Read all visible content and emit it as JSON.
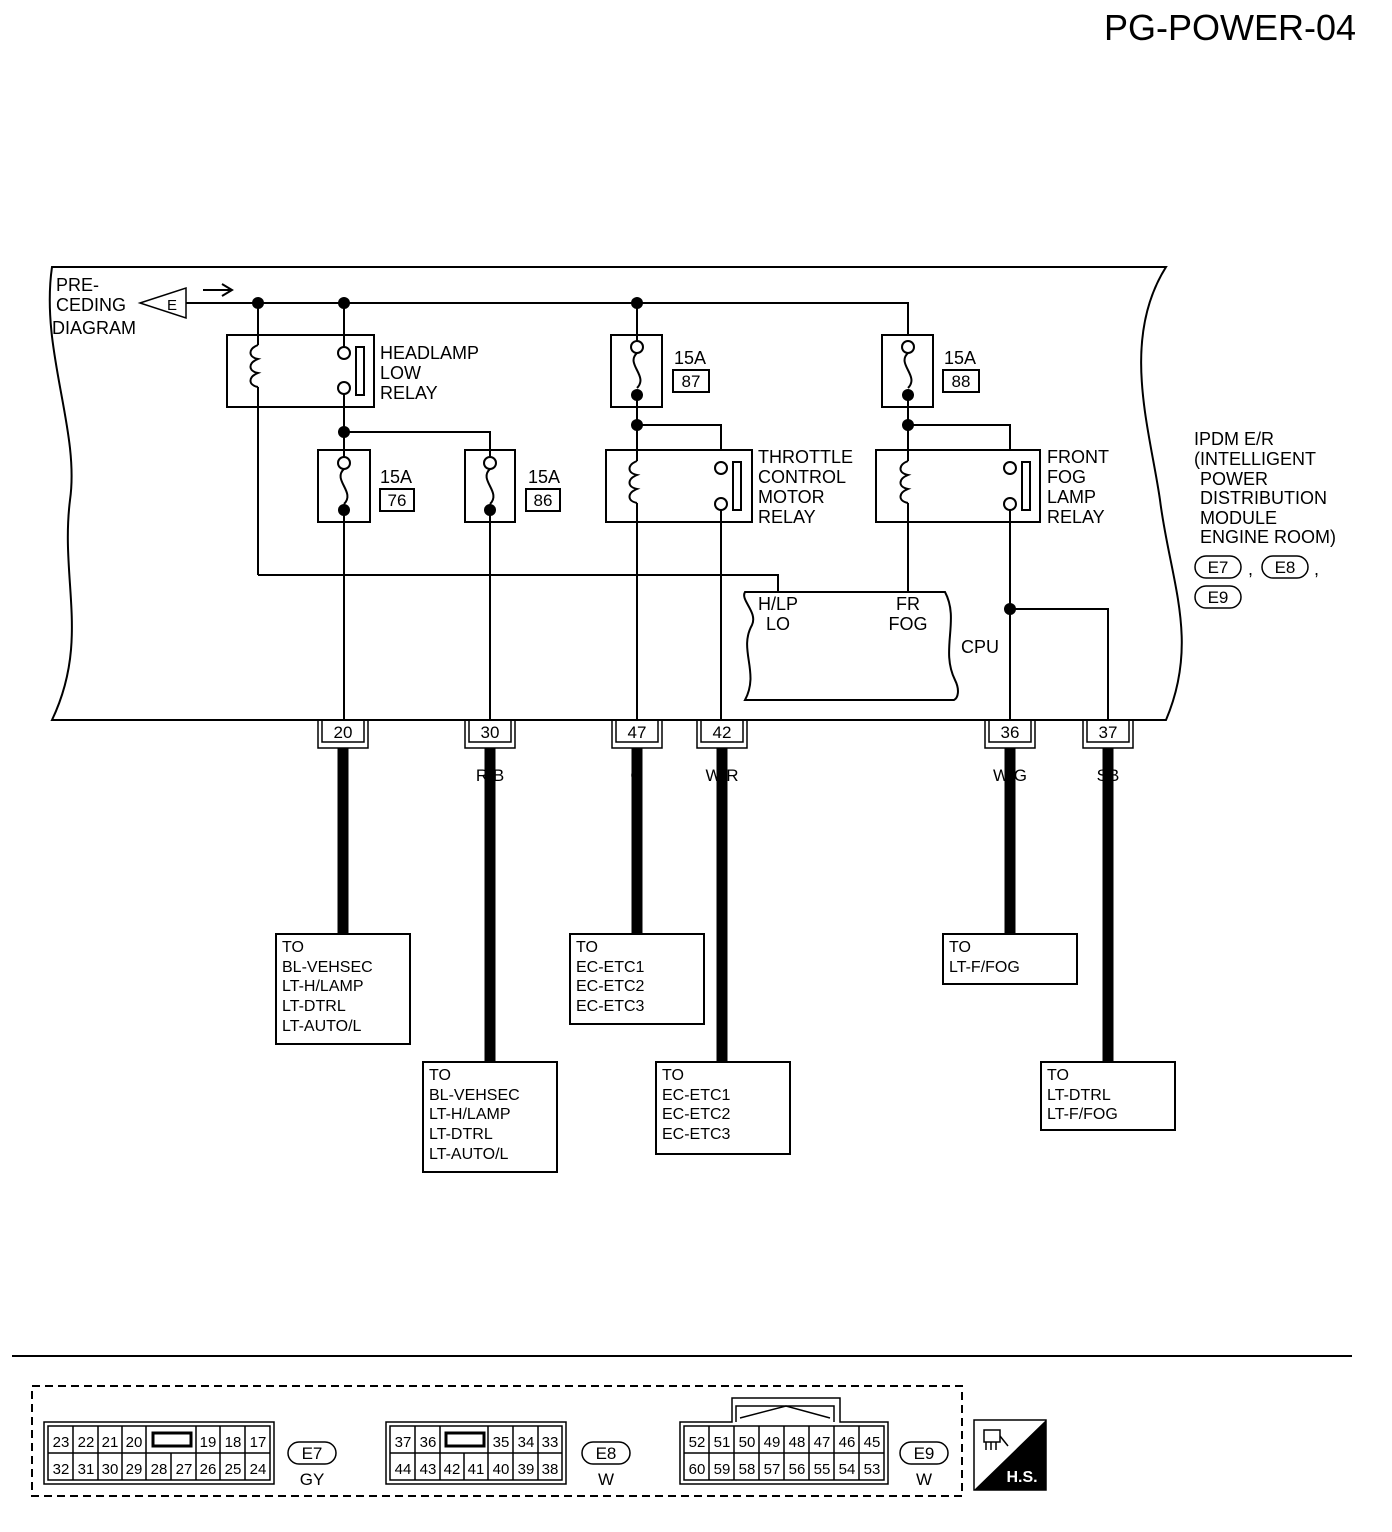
{
  "page_id": "PG-POWER-04",
  "offpage": {
    "lines": [
      "PRE-",
      "CEDING",
      "DIAGRAM"
    ],
    "connector": "E"
  },
  "module_label": [
    "IPDM E/R",
    "(INTELLIGENT",
    "POWER",
    "DISTRIBUTION",
    "MODULE",
    "ENGINE ROOM)"
  ],
  "module_connectors": [
    "E7",
    "E8",
    "E9"
  ],
  "relays": {
    "headlamp_low": [
      "HEADLAMP",
      "LOW",
      "RELAY"
    ],
    "throttle": [
      "THROTTLE",
      "CONTROL",
      "MOTOR",
      "RELAY"
    ],
    "front_fog": [
      "FRONT",
      "FOG",
      "LAMP",
      "RELAY"
    ]
  },
  "fuses": [
    {
      "rating": "15A",
      "number": "87"
    },
    {
      "rating": "15A",
      "number": "88"
    },
    {
      "rating": "15A",
      "number": "76"
    },
    {
      "rating": "15A",
      "number": "86"
    }
  ],
  "cpu": {
    "label": "CPU",
    "input_hlp": [
      "H/LP",
      "LO"
    ],
    "input_fog": [
      "FR",
      "FOG"
    ]
  },
  "terminals": [
    {
      "pin": "20",
      "color": "R"
    },
    {
      "pin": "30",
      "color": "R/B"
    },
    {
      "pin": "47",
      "color": "G"
    },
    {
      "pin": "42",
      "color": "W/R"
    },
    {
      "pin": "36",
      "color": "W/G"
    },
    {
      "pin": "37",
      "color": "SB"
    }
  ],
  "destinations": [
    [
      "TO",
      "BL-VEHSEC",
      "LT-H/LAMP",
      "LT-DTRL",
      "LT-AUTO/L"
    ],
    [
      "TO",
      "BL-VEHSEC",
      "LT-H/LAMP",
      "LT-DTRL",
      "LT-AUTO/L"
    ],
    [
      "TO",
      "EC-ETC1",
      "EC-ETC2",
      "EC-ETC3"
    ],
    [
      "TO",
      "EC-ETC1",
      "EC-ETC2",
      "EC-ETC3"
    ],
    [
      "TO",
      "LT-F/FOG"
    ],
    [
      "TO",
      "LT-DTRL",
      "LT-F/FOG"
    ]
  ],
  "connector_views": [
    {
      "id": "E7",
      "color": "GY",
      "top": [
        "23",
        "22",
        "21",
        "20",
        "",
        "19",
        "18",
        "17"
      ],
      "bottom": [
        "32",
        "31",
        "30",
        "29",
        "28",
        "27",
        "26",
        "25",
        "24"
      ]
    },
    {
      "id": "E8",
      "color": "W",
      "top": [
        "37",
        "36",
        "",
        "35",
        "34",
        "33"
      ],
      "bottom": [
        "44",
        "43",
        "42",
        "41",
        "40",
        "39",
        "38"
      ]
    },
    {
      "id": "E9",
      "color": "W",
      "top": [
        "52",
        "51",
        "50",
        "49",
        "48",
        "47",
        "46",
        "45"
      ],
      "bottom": [
        "60",
        "59",
        "58",
        "57",
        "56",
        "55",
        "54",
        "53"
      ]
    }
  ],
  "hs_label": "H.S."
}
